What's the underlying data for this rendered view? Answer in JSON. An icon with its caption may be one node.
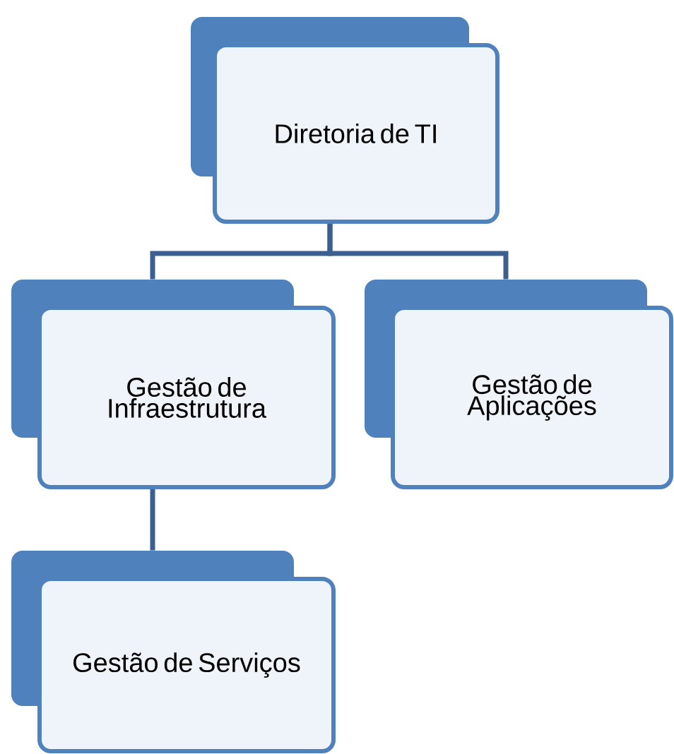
{
  "diagram": {
    "nodes": [
      {
        "text": [
          "Diretoria de TI"
        ]
      },
      {
        "text": [
          "Gestão de Infraestrutura"
        ]
      },
      {
        "text": [
          "Gestão de Aplicações"
        ]
      },
      {
        "text": [
          "Gestão de Serviços"
        ]
      }
    ],
    "edges": [
      {
        "from": 0,
        "to": 1,
        "arrow": "none"
      },
      {
        "from": 0,
        "to": 2,
        "arrow": "none"
      },
      {
        "from": 1,
        "to": 3,
        "arrow": "none"
      }
    ]
  }
}
